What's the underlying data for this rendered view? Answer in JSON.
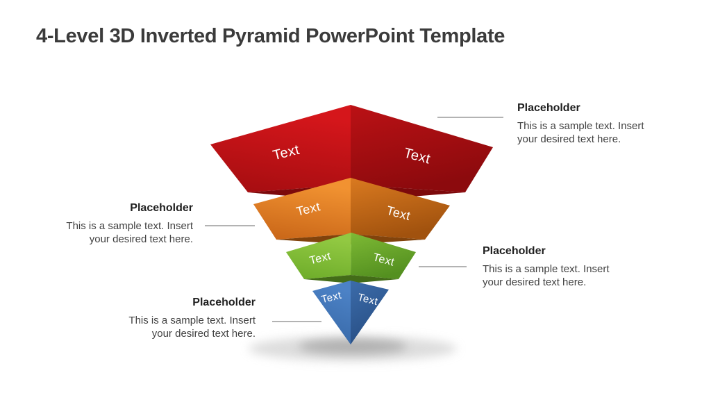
{
  "slide": {
    "title": "4-Level 3D Inverted Pyramid PowerPoint Template",
    "title_color": "#3b3b3b",
    "background": "#ffffff"
  },
  "pyramid": {
    "label_color": "#ffffff",
    "levels": [
      {
        "name": "level-1-red",
        "label_left": "Text",
        "label_right": "Text",
        "colors": {
          "left_top": "#d5161b",
          "left_bottom": "#a30d10",
          "right_top": "#bb1115",
          "right_bottom": "#8c0a0d",
          "lip": "#7c090b"
        }
      },
      {
        "name": "level-2-orange",
        "label_left": "Text",
        "label_right": "Text",
        "colors": {
          "left_top": "#f19231",
          "left_bottom": "#c76417",
          "right_top": "#da7a20",
          "right_bottom": "#a1520e",
          "lip": "#81430c"
        }
      },
      {
        "name": "level-3-green",
        "label_left": "Text",
        "label_right": "Text",
        "colors": {
          "left_top": "#92c942",
          "left_bottom": "#6cab29",
          "right_top": "#7eba35",
          "right_bottom": "#549020",
          "lip": "#436c18"
        }
      },
      {
        "name": "level-4-blue",
        "label_left": "Text",
        "label_right": "Text",
        "colors": {
          "left_top": "#4c82c6",
          "left_bottom": "#3565a3",
          "right_top": "#3c6caa",
          "right_bottom": "#284f85",
          "lip": "#284f85"
        }
      }
    ]
  },
  "callouts": [
    {
      "position": "top-right",
      "title": "Placeholder",
      "body": "This is a sample text. Insert your desired text here."
    },
    {
      "position": "middle-left",
      "title": "Placeholder",
      "body": "This is a sample text. Insert your desired text here."
    },
    {
      "position": "middle-right",
      "title": "Placeholder",
      "body": "This is a sample text. Insert your desired text here."
    },
    {
      "position": "bottom-left",
      "title": "Placeholder",
      "body": "This is a sample text. Insert your desired text here."
    }
  ],
  "connector_color": "#b3b3b3"
}
